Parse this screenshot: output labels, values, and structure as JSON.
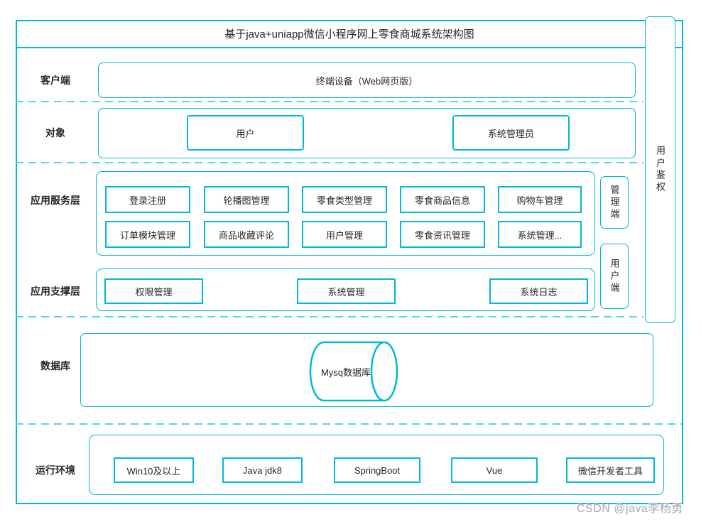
{
  "title": "基于java+uniapp微信小程序网上零食商城系统架构图",
  "watermark": "CSDN @java李杨勇",
  "colors": {
    "accent": "#00b9d4",
    "dashed_line": "#58d4e6",
    "text": "#262626",
    "watermark_text": "#a8a8a8"
  },
  "left_labels": {
    "client": "客户端",
    "objects": "对象",
    "services": "应用服务层",
    "support": "应用支撑层",
    "database": "数据库",
    "environment": "运行环境"
  },
  "client": {
    "device": "终端设备（Web网页版）"
  },
  "objects": {
    "items": [
      "用户",
      "系统管理员"
    ]
  },
  "services": {
    "row1": [
      "登录注册",
      "轮播图管理",
      "零食类型管理",
      "零食商品信息",
      "购物车管理"
    ],
    "row2": [
      "订单模块管理",
      "商品收藏评论",
      "用户管理",
      "零食资讯管理",
      "系统管理..."
    ]
  },
  "support": {
    "items": [
      "权限管理",
      "系统管理",
      "系统日志"
    ]
  },
  "database": {
    "cylinder_label": "Mysq数据库"
  },
  "environment": {
    "items": [
      "Win10及以上",
      "Java jdk8",
      "SpringBoot",
      "Vue",
      "微信开发者工具"
    ]
  },
  "side": {
    "auth": "用户鉴权",
    "admin_panel": "管理端",
    "user_panel": "用户端"
  }
}
